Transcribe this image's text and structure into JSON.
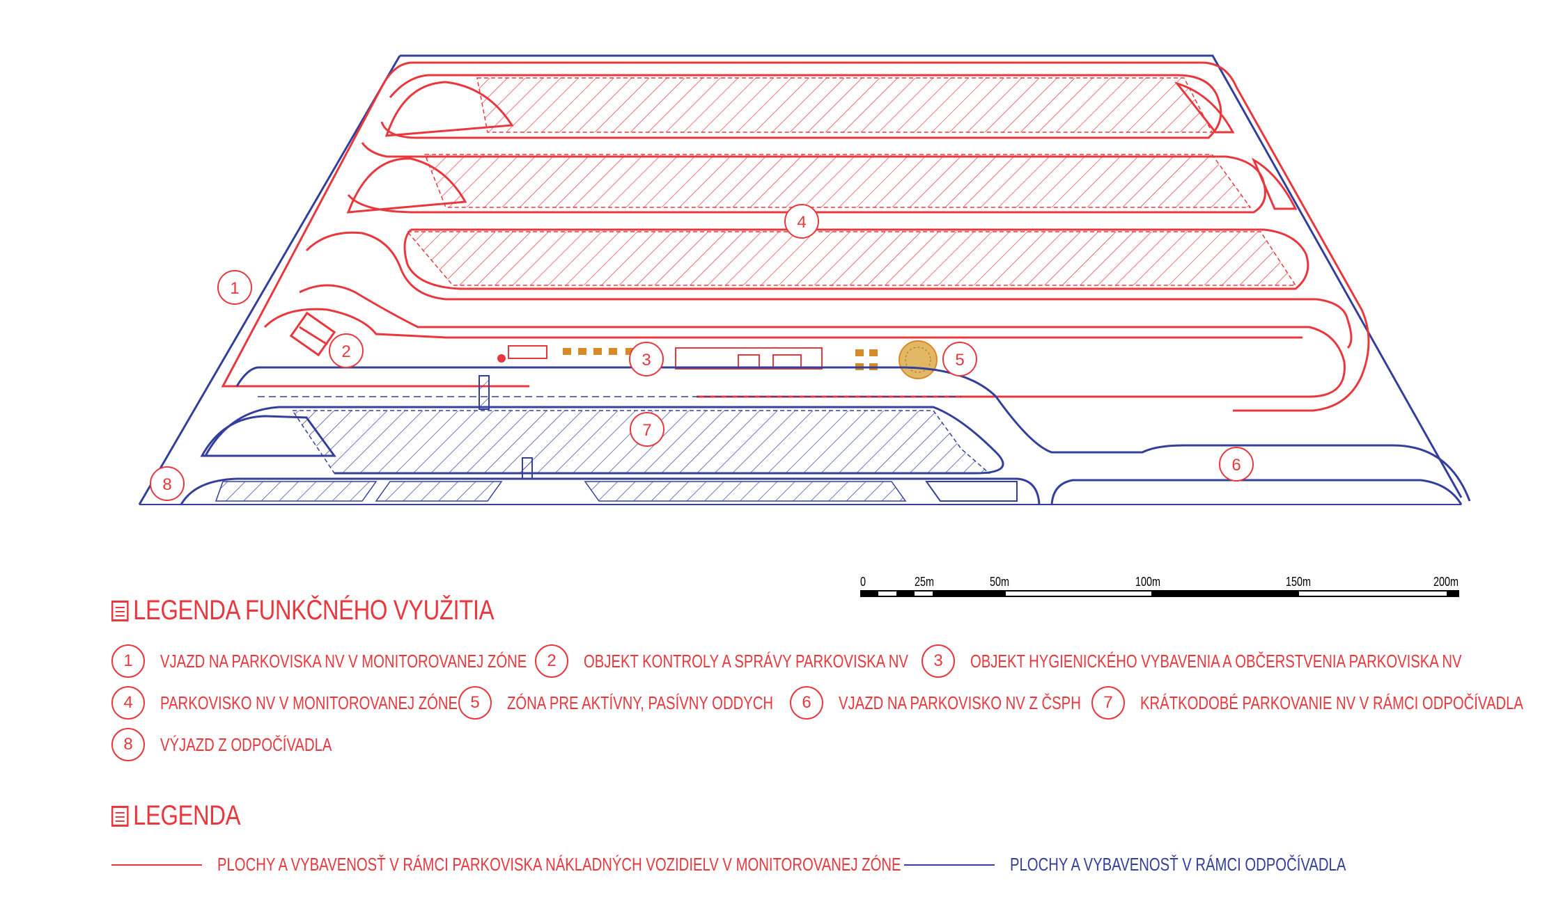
{
  "colors": {
    "red": "#e8383d",
    "blue": "#33409b",
    "hatch_red": "#e8383d",
    "hatch_blue": "#33409b",
    "amenity_orange": "#d68a2a"
  },
  "map": {
    "markers": [
      {
        "id": "1",
        "label": "1"
      },
      {
        "id": "2",
        "label": "2"
      },
      {
        "id": "3",
        "label": "3"
      },
      {
        "id": "4",
        "label": "4"
      },
      {
        "id": "5",
        "label": "5"
      },
      {
        "id": "6",
        "label": "6"
      },
      {
        "id": "7",
        "label": "7"
      },
      {
        "id": "8",
        "label": "8"
      }
    ]
  },
  "scale_bar": {
    "ticks": [
      "0",
      "25m",
      "50m",
      "100m",
      "150m",
      "200m"
    ]
  },
  "legend_functional": {
    "title": "LEGENDA FUNKČNÉHO VYUŽITIA",
    "items": [
      {
        "num": "1",
        "text": "VJAZD NA PARKOVISKA NV V MONITOROVANEJ ZÓNE"
      },
      {
        "num": "2",
        "text": "OBJEKT KONTROLY A SPRÁVY PARKOVISKA NV"
      },
      {
        "num": "3",
        "text": "OBJEKT HYGIENICKÉHO VYBAVENIA A OBČERSTVENIA PARKOVISKA NV"
      },
      {
        "num": "4",
        "text": "PARKOVISKO NV V MONITOROVANEJ ZÓNE"
      },
      {
        "num": "5",
        "text": "ZÓNA PRE AKTÍVNY, PASÍVNY ODDYCH"
      },
      {
        "num": "6",
        "text": "VJAZD NA PARKOVISKO NV Z ČSPH"
      },
      {
        "num": "7",
        "text": "KRÁTKODOBÉ PARKOVANIE NV V RÁMCI ODPOČÍVADLA"
      },
      {
        "num": "8",
        "text": "VÝJAZD Z ODPOČÍVADLA"
      }
    ]
  },
  "legend_lines": {
    "title": "LEGENDA",
    "items": [
      {
        "color": "#e8383d",
        "text": "PLOCHY  A VYBAVENOSŤ V RÁMCI PARKOVISKA NÁKLADNÝCH VOZIDIELV V MONITOROVANEJ ZÓNE"
      },
      {
        "color": "#33409b",
        "text": "PLOCHY  A VYBAVENOSŤ V RÁMCI ODPOČÍVADLA"
      }
    ]
  }
}
